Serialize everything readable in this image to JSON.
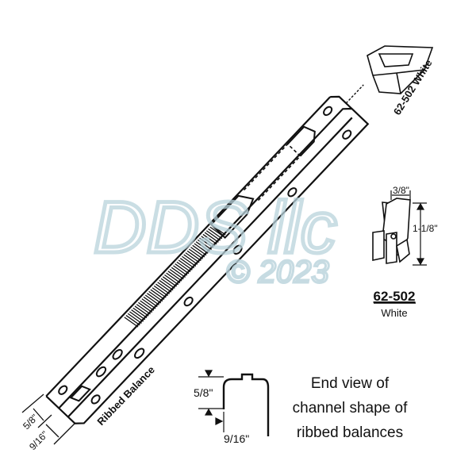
{
  "watermark": {
    "line1": "DDS llc",
    "line2": "© 2023",
    "color": "#b9d3dc"
  },
  "clip_top": {
    "label": "62-502 White"
  },
  "clip_detail": {
    "width_dim": "3/8\"",
    "height_dim": "1-1/8\"",
    "part_number": "62-502",
    "color_name": "White"
  },
  "balance": {
    "label": "Ribbed Balance",
    "dim_height": "5/8\"",
    "dim_width": "9/16\""
  },
  "end_view": {
    "dim_height": "5/8\"",
    "dim_width": "9/16\"",
    "caption": [
      "End view of",
      "channel shape of",
      "ribbed balances"
    ]
  },
  "colors": {
    "line": "#111111"
  }
}
